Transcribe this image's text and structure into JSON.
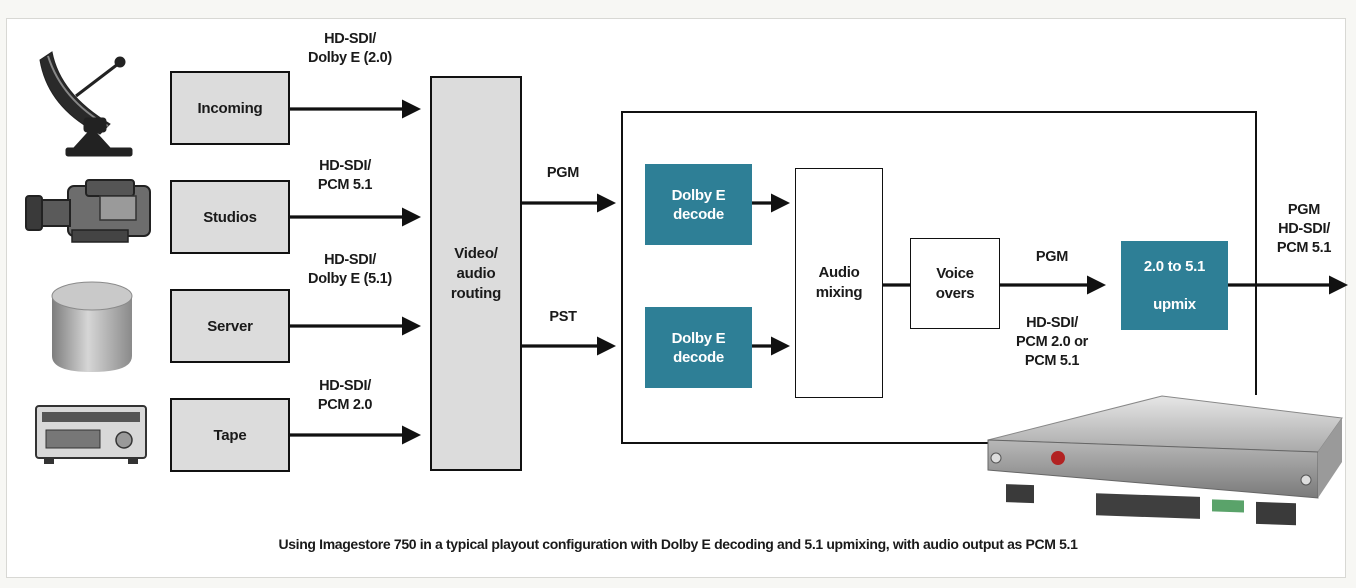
{
  "sources": [
    {
      "label": "Incoming",
      "signal": "HD-SDI/\nDolby E (2.0)",
      "icon": "satellite-dish-icon"
    },
    {
      "label": "Studios",
      "signal": "HD-SDI/\nPCM 5.1",
      "icon": "video-camera-icon"
    },
    {
      "label": "Server",
      "signal": "HD-SDI/\nDolby E (5.1)",
      "icon": "server-cylinder-icon"
    },
    {
      "label": "Tape",
      "signal": "HD-SDI/\nPCM 2.0",
      "icon": "tape-deck-icon"
    }
  ],
  "router": {
    "label": "Video/\naudio\nrouting"
  },
  "routes": {
    "pgm": "PGM",
    "pst": "PST"
  },
  "imagestore": {
    "decode_top": "Dolby E\ndecode",
    "decode_bottom": "Dolby E\ndecode",
    "mixing": "Audio\nmixing",
    "voice": "Voice\novers",
    "pgm_label": "PGM",
    "pgm_signal": "HD-SDI/\nPCM 2.0 or\nPCM 5.1",
    "upmix": "2.0 to 5.1\n\nupmix"
  },
  "output": {
    "label": "PGM\nHD-SDI/\nPCM 5.1"
  },
  "caption": "Using Imagestore 750 in a typical playout configuration with Dolby E decoding and 5.1 upmixing, with audio output as PCM 5.1",
  "colors": {
    "teal": "#2e7f96",
    "grey_box": "#dcdcdc"
  }
}
